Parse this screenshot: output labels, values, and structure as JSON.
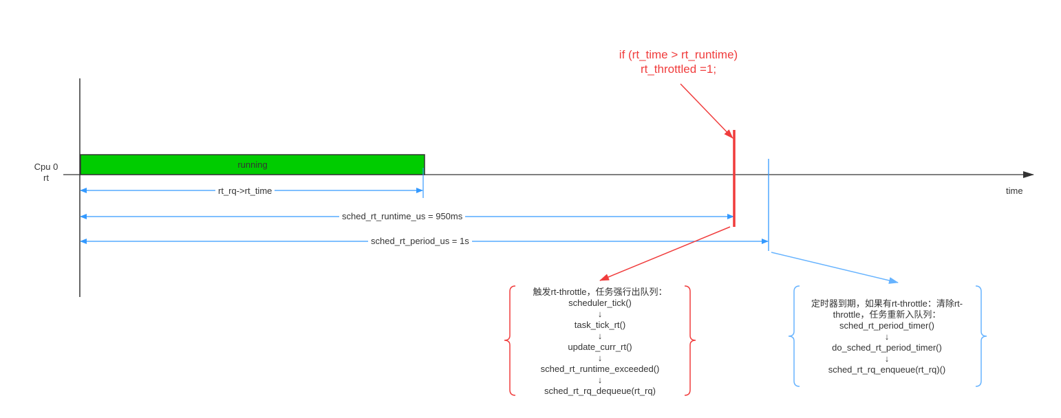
{
  "cpu_label": {
    "line1": "Cpu 0",
    "line2": "rt"
  },
  "axis_label": "time",
  "running_label": "running",
  "spans": {
    "rt_time": "rt_rq->rt_time",
    "runtime": "sched_rt_runtime_us = 950ms",
    "period": "sched_rt_period_us = 1s"
  },
  "condition": {
    "line1": "if (rt_time > rt_runtime)",
    "line2": "rt_throttled =1;"
  },
  "throttle_box": {
    "heading": "触发rt-throttle，任务强行出队列：",
    "steps": [
      "scheduler_tick()",
      "↓",
      "task_tick_rt()",
      "↓",
      "update_curr_rt()",
      "↓",
      "sched_rt_runtime_exceeded()",
      "↓",
      "sched_rt_rq_dequeue(rt_rq)"
    ]
  },
  "timer_box": {
    "heading": "定时器到期，如果有rt-throttle：清除rt-throttle，任务重新入队列：",
    "steps": [
      "sched_rt_period_timer()",
      "↓",
      "do_sched_rt_period_timer()",
      "↓",
      "sched_rt_rq_enqueue(rt_rq)()"
    ]
  },
  "colors": {
    "running_fill": "#00cc00",
    "blue": "#3399ff",
    "light_blue": "#66b3ff",
    "red": "#f03c3c",
    "axis": "#333333"
  }
}
